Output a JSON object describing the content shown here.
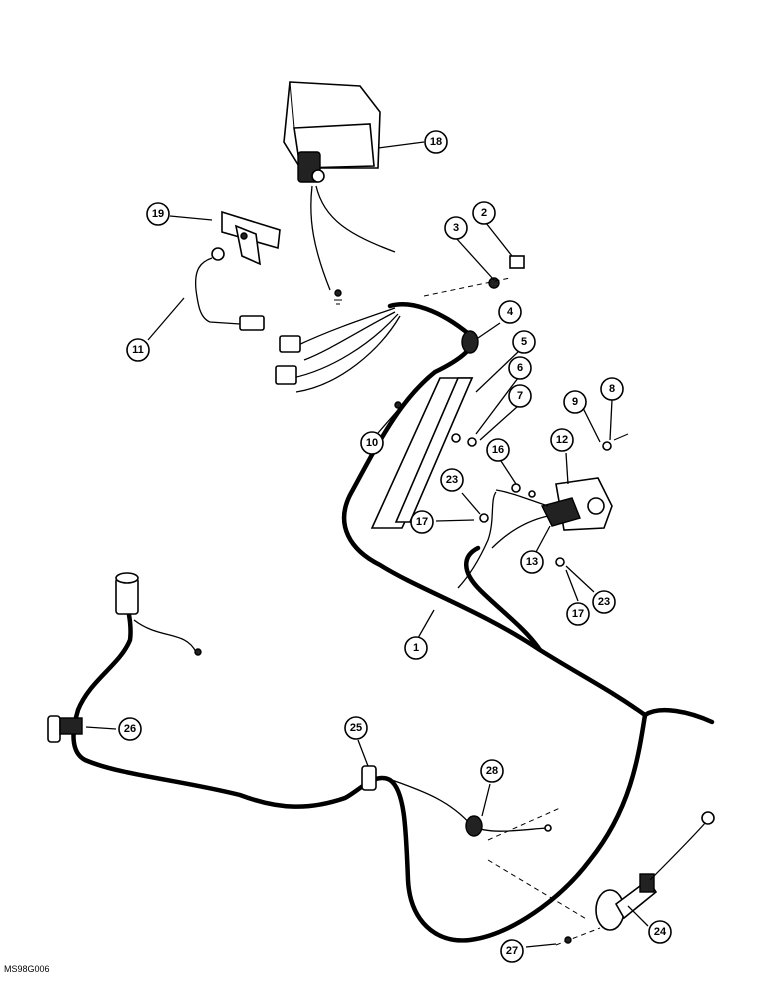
{
  "figure_code": "MS98G006",
  "callouts": [
    {
      "id": "c1",
      "label": "1"
    },
    {
      "id": "c2",
      "label": "2"
    },
    {
      "id": "c3",
      "label": "3"
    },
    {
      "id": "c4",
      "label": "4"
    },
    {
      "id": "c5",
      "label": "5"
    },
    {
      "id": "c6",
      "label": "6"
    },
    {
      "id": "c7",
      "label": "7"
    },
    {
      "id": "c8",
      "label": "8"
    },
    {
      "id": "c9",
      "label": "9"
    },
    {
      "id": "c10",
      "label": "10"
    },
    {
      "id": "c11",
      "label": "11"
    },
    {
      "id": "c12",
      "label": "12"
    },
    {
      "id": "c13",
      "label": "13"
    },
    {
      "id": "c16",
      "label": "16"
    },
    {
      "id": "c17a",
      "label": "17"
    },
    {
      "id": "c17b",
      "label": "17"
    },
    {
      "id": "c18",
      "label": "18"
    },
    {
      "id": "c19",
      "label": "19"
    },
    {
      "id": "c23a",
      "label": "23"
    },
    {
      "id": "c23b",
      "label": "23"
    },
    {
      "id": "c24",
      "label": "24"
    },
    {
      "id": "c25",
      "label": "25"
    },
    {
      "id": "c26",
      "label": "26"
    },
    {
      "id": "c27",
      "label": "27"
    },
    {
      "id": "c28",
      "label": "28"
    }
  ]
}
